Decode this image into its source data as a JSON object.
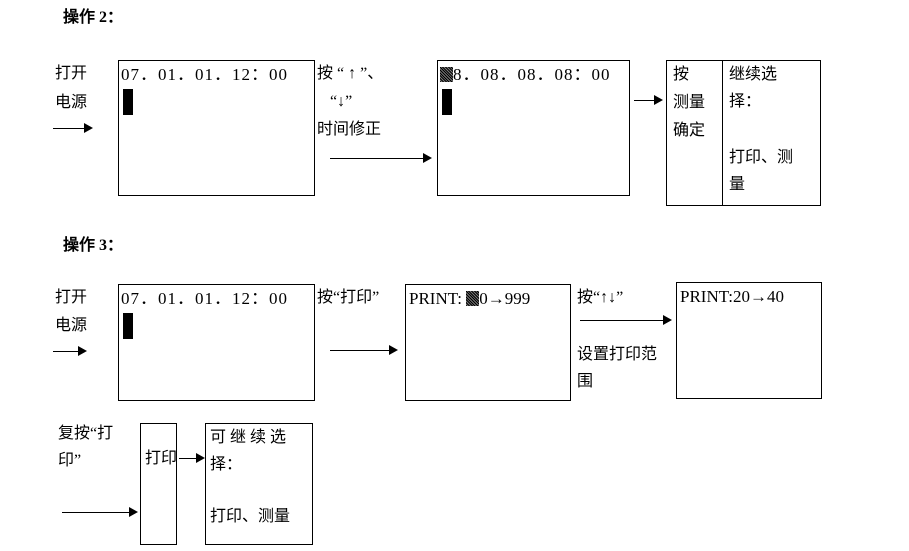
{
  "op2": {
    "title": "操作 2：",
    "power_line1": "打开",
    "power_line2": "电源",
    "display1_time": "07．01．01．12：00",
    "hint_line1": "按 “ ↑ ”、",
    "hint_line2": "“↓”",
    "hint_line3": "时间修正",
    "display2_time": "8．08．08．08：00",
    "confirm_line1": "按",
    "confirm_line2": "测量",
    "confirm_line3": "确定",
    "continue_line1": "继续选",
    "continue_line2": "择：",
    "continue_line3": "打印、测",
    "continue_line4": "量"
  },
  "op3": {
    "title": "操作 3：",
    "power_line1": "打开",
    "power_line2": "电源",
    "display1_time": "07．01．01．12：00",
    "press_print": "按“打印”",
    "print_range_prefix": "PRINT: ",
    "print_range_suffix": "0→999",
    "updown_hint": "按“↑↓”",
    "range_hint_line1": "设置打印范",
    "range_hint_line2": "围",
    "display3_text": "PRINT:20→40"
  },
  "bottom": {
    "repeat_line1": "复按“打",
    "repeat_line2": "印”",
    "print_label": "打印",
    "continue_line1": "可 继 续 选",
    "continue_line2": "择：",
    "continue_line3": "打印、测量"
  }
}
